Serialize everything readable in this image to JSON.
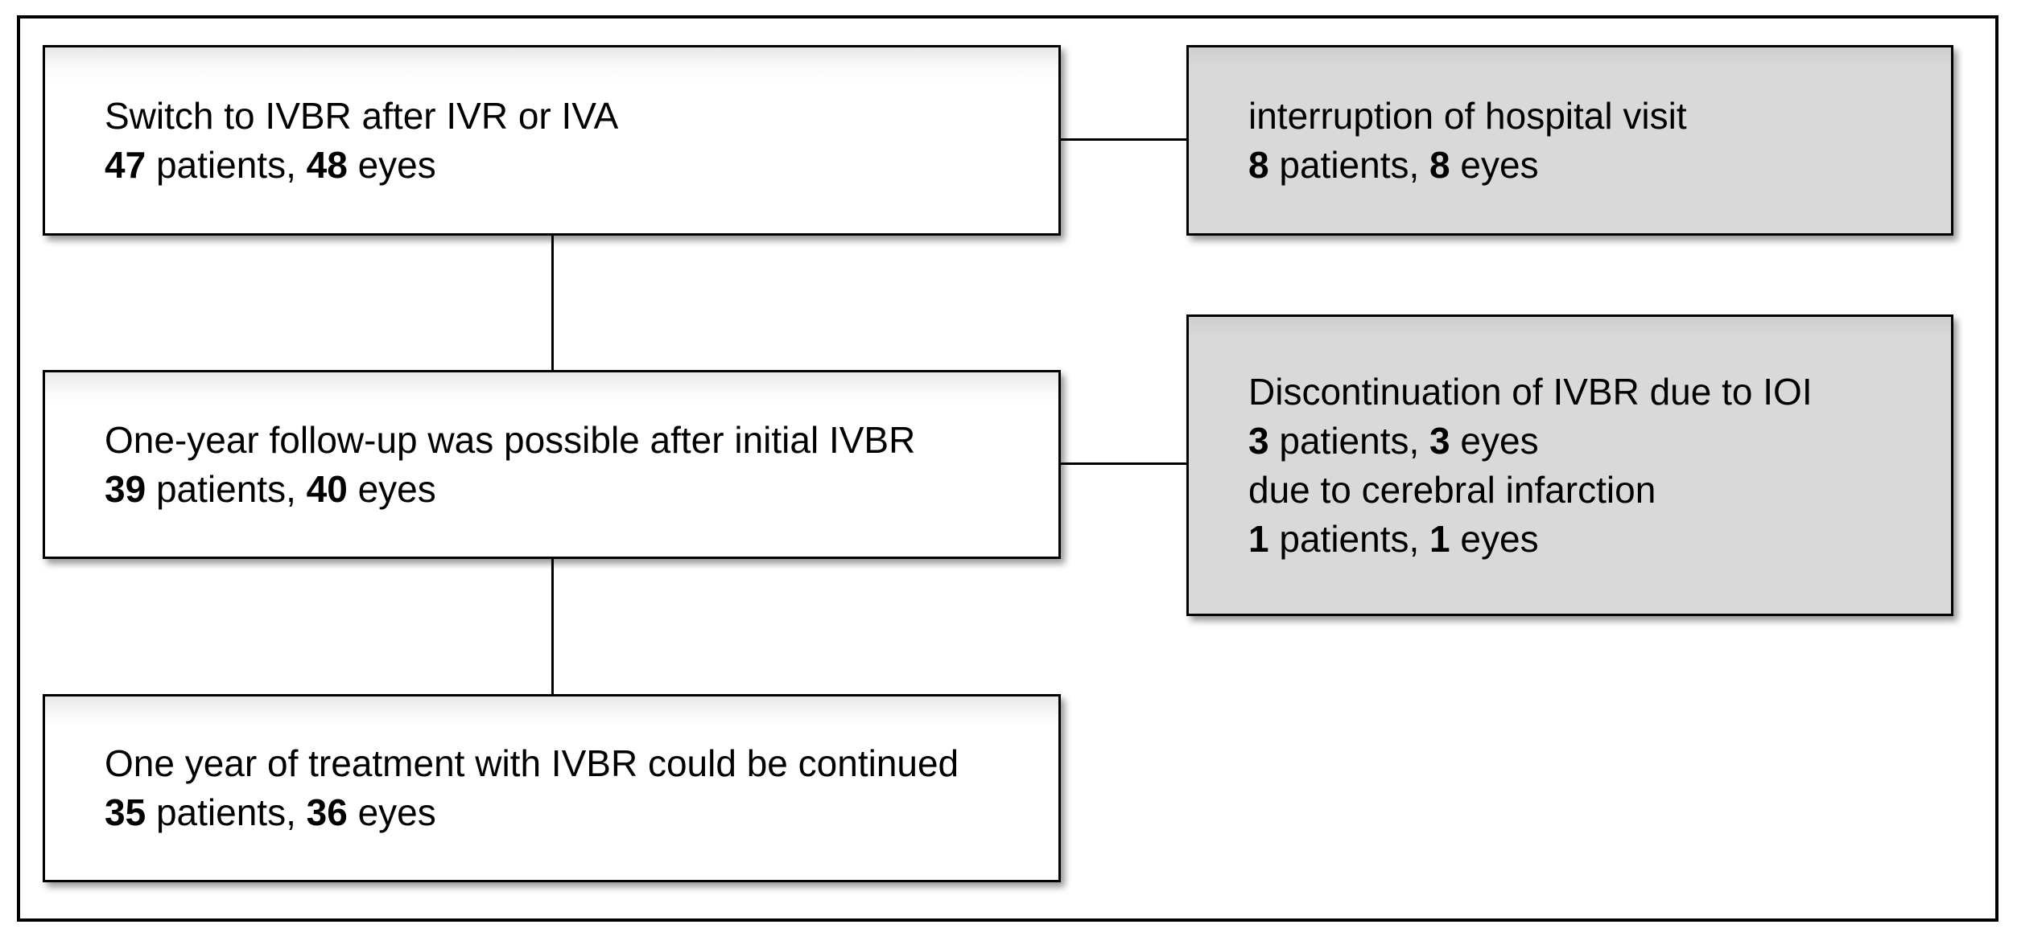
{
  "figure": {
    "type": "flow-diagram",
    "description": "Patient flow diagram for switch to IVBR treatment",
    "colors": {
      "background": "#ffffff",
      "frame_border": "#000000",
      "box_border": "#000000",
      "white_box_fill": "#ffffff",
      "gray_box_fill": "#d9d9d9",
      "connector": "#000000",
      "text": "#000000"
    }
  },
  "boxes": [
    {
      "id": "switch-to-ivbr",
      "variant": "white",
      "lines": [
        {
          "segments": [
            {
              "text": "Switch to IVBR after IVR or IVA",
              "bold": false
            }
          ]
        },
        {
          "segments": [
            {
              "text": "47",
              "bold": true
            },
            {
              "text": " patients, ",
              "bold": false
            },
            {
              "text": "48",
              "bold": true
            },
            {
              "text": " eyes",
              "bold": false
            }
          ]
        }
      ]
    },
    {
      "id": "interruption-of-hospital-visit",
      "variant": "gray",
      "lines": [
        {
          "segments": [
            {
              "text": "interruption of hospital visit",
              "bold": false
            }
          ]
        },
        {
          "segments": [
            {
              "text": "8",
              "bold": true
            },
            {
              "text": " patients, ",
              "bold": false
            },
            {
              "text": "8",
              "bold": true
            },
            {
              "text": " eyes",
              "bold": false
            }
          ]
        }
      ]
    },
    {
      "id": "one-year-followup-possible",
      "variant": "white",
      "lines": [
        {
          "segments": [
            {
              "text": "One-year follow-up was possible after initial IVBR",
              "bold": false
            }
          ]
        },
        {
          "segments": [
            {
              "text": "39",
              "bold": true
            },
            {
              "text": " patients, ",
              "bold": false
            },
            {
              "text": "40",
              "bold": true
            },
            {
              "text": " eyes",
              "bold": false
            }
          ]
        }
      ]
    },
    {
      "id": "discontinuation-of-ivbr",
      "variant": "gray",
      "lines": [
        {
          "segments": [
            {
              "text": "Discontinuation of IVBR due to IOI",
              "bold": false
            }
          ]
        },
        {
          "segments": [
            {
              "text": "3",
              "bold": true
            },
            {
              "text": " patients, ",
              "bold": false
            },
            {
              "text": "3",
              "bold": true
            },
            {
              "text": " eyes",
              "bold": false
            }
          ]
        },
        {
          "segments": [
            {
              "text": "due to cerebral infarction",
              "bold": false
            }
          ]
        },
        {
          "segments": [
            {
              "text": "1",
              "bold": true
            },
            {
              "text": " patients, ",
              "bold": false
            },
            {
              "text": "1",
              "bold": true
            },
            {
              "text": " eyes",
              "bold": false
            }
          ]
        }
      ]
    },
    {
      "id": "treatment-continued",
      "variant": "white",
      "lines": [
        {
          "segments": [
            {
              "text": "One year of treatment with IVBR could be continued",
              "bold": false
            }
          ]
        },
        {
          "segments": [
            {
              "text": "35",
              "bold": true
            },
            {
              "text": " patients, ",
              "bold": false
            },
            {
              "text": "36",
              "bold": true
            },
            {
              "text": " eyes",
              "bold": false
            }
          ]
        }
      ]
    }
  ]
}
